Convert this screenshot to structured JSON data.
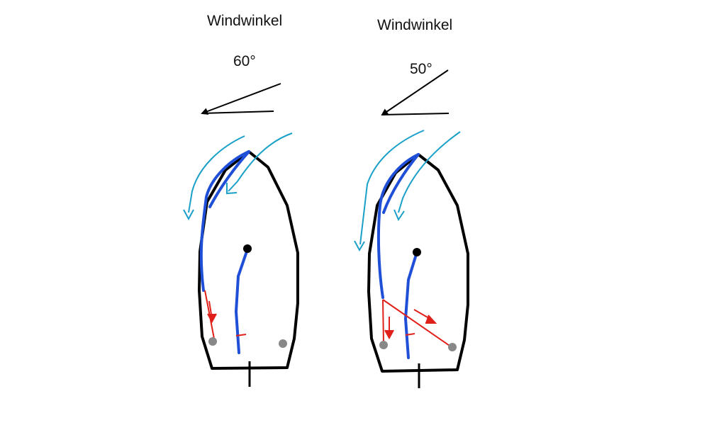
{
  "diagrams": [
    {
      "title": "Windwinkel",
      "angle": "60°"
    },
    {
      "title": "Windwinkel",
      "angle": "50°"
    }
  ],
  "colors": {
    "hull": "#000000",
    "sail": "#1f4fd6",
    "wind": "#1aa0c8",
    "sheet": "#e0201a",
    "fitting": "#888888"
  }
}
